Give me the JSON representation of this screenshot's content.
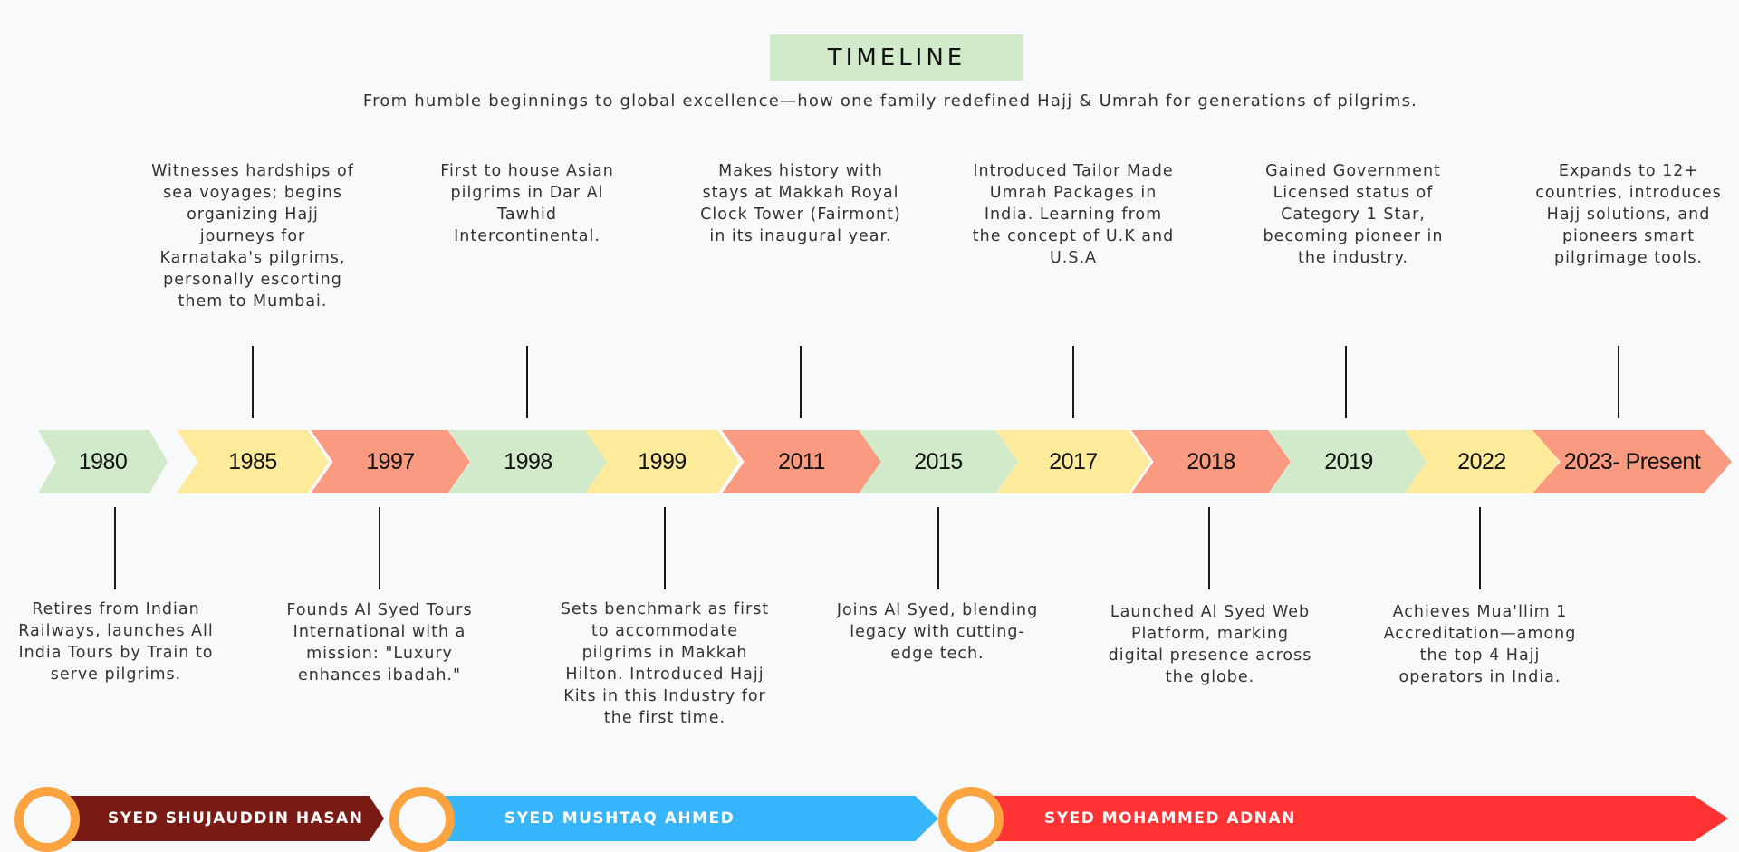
{
  "header": {
    "title": "TIMELINE",
    "subtitle": "From humble beginnings to global excellence—how one family redefined Hajj & Umrah for generations of pilgrims."
  },
  "years": [
    "1980",
    "1985",
    "1997",
    "1998",
    "1999",
    "2011",
    "2015",
    "2017",
    "2018",
    "2019",
    "2022",
    "2023- Present"
  ],
  "top_events": [
    "Witnesses hardships of sea voyages; begins organizing Hajj journeys for Karnataka's pilgrims, personally escorting them to Mumbai.",
    "First to house Asian pilgrims in Dar Al Tawhid Intercontinental.",
    "Makes history with stays at Makkah Royal Clock Tower (Fairmont) in its inaugural year.",
    "Introduced Tailor Made Umrah Packages in India. Learning from the concept of U.K and U.S.A",
    "Gained Government Licensed status of Category 1 Star, becoming pioneer in the industry.",
    "Expands to 12+ countries, introduces Hajj solutions, and pioneers smart pilgrimage tools."
  ],
  "bottom_events": [
    "Retires from Indian Railways, launches All India Tours by Train to serve pilgrims.",
    "Founds Al Syed Tours International with a mission: \"Luxury enhances ibadah.\"",
    "Sets benchmark as first to accommodate pilgrims in Makkah Hilton. Introduced Hajj Kits in this Industry for the first time.",
    "Joins Al Syed, blending legacy with cutting-edge tech.",
    "Launched Al Syed Web Platform, marking digital presence across the globe.",
    "Achieves Mua'llim 1 Accreditation—among the top 4 Hajj operators in India."
  ],
  "generations": [
    "SYED SHUJAUDDIN HASAN",
    "SYED MUSHTAQ AHMED",
    "SYED MOHAMMED ADNAN"
  ],
  "colors": {
    "green": "#d1eac9",
    "yellow": "#fdea9b",
    "salmon": "#fa9a80",
    "gen1": "#7a1a14",
    "gen2": "#36b5fa",
    "gen3": "#ff3333",
    "ring": "#fba33f"
  }
}
